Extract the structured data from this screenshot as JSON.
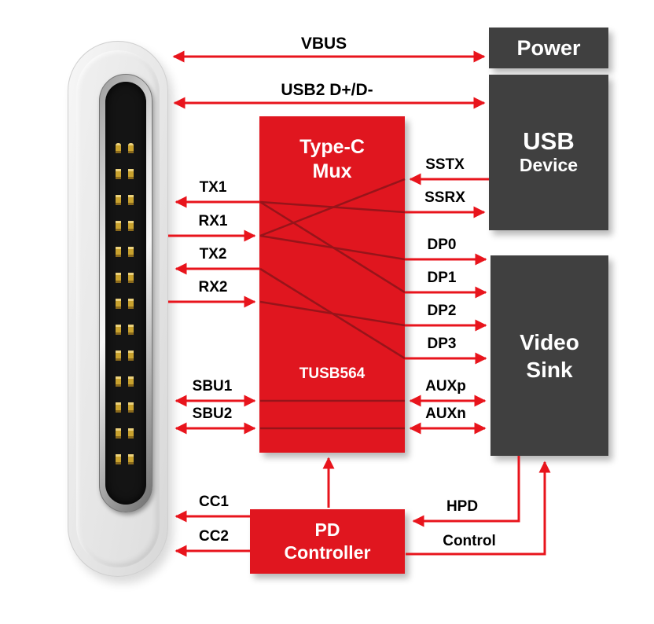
{
  "blocks": {
    "power": {
      "label": "Power"
    },
    "usb_device": {
      "line1": "USB",
      "line2": "Device"
    },
    "video_sink": {
      "line1": "Video",
      "line2": "Sink"
    },
    "type_c_mux": {
      "line1": "Type-C",
      "line2": "Mux",
      "part": "TUSB564"
    },
    "pd_controller": {
      "line1": "PD",
      "line2": "Controller"
    }
  },
  "signals": {
    "vbus": "VBUS",
    "usb2": "USB2 D+/D-",
    "tx1": "TX1",
    "rx1": "RX1",
    "tx2": "TX2",
    "rx2": "RX2",
    "sstx": "SSTX",
    "ssrx": "SSRX",
    "dp0": "DP0",
    "dp1": "DP1",
    "dp2": "DP2",
    "dp3": "DP3",
    "sbu1": "SBU1",
    "sbu2": "SBU2",
    "auxp": "AUXp",
    "auxn": "AUXn",
    "cc1": "CC1",
    "cc2": "CC2",
    "hpd": "HPD",
    "control": "Control"
  },
  "colors": {
    "line_red": "#e8141c",
    "mux_internal_line": "#97141a",
    "block_red": "#e0161f",
    "block_gray": "#404040",
    "connector_pin_gold": "#c9a22e"
  }
}
